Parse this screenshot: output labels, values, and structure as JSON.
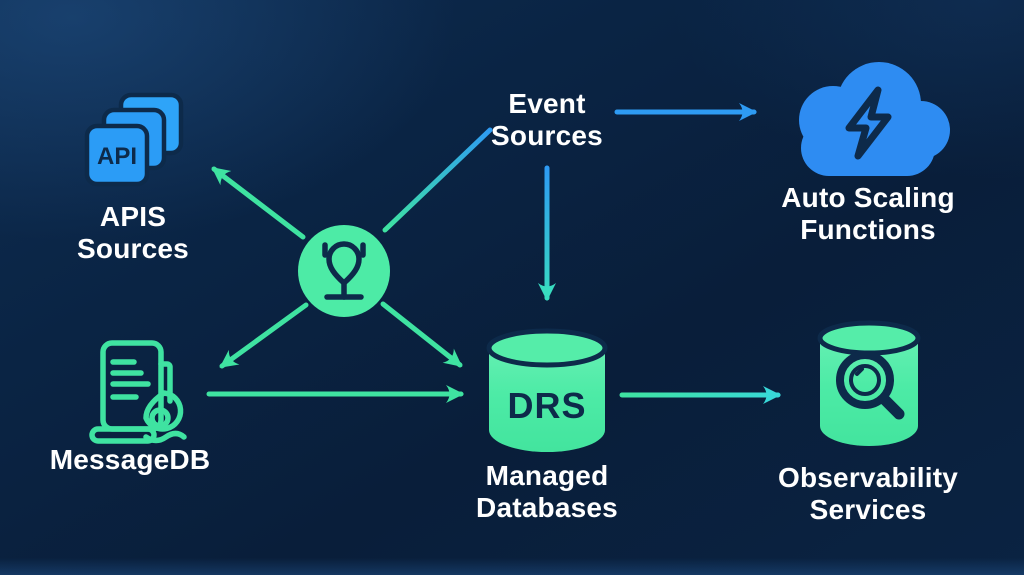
{
  "diagram": {
    "nodes": {
      "api_sources": {
        "icon": "api-stack-icon",
        "badge": "API",
        "line1": "APIS",
        "line2": "Sources"
      },
      "hub": {
        "icon": "pin-stand-icon"
      },
      "event_sources": {
        "line1": "Event",
        "line2": "Sources"
      },
      "auto_scaling_functions": {
        "icon": "cloud-lightning-icon",
        "line1": "Auto Scaling",
        "line2": "Functions"
      },
      "messagedb": {
        "icon": "document-seal-icon",
        "line1": "MessageDB"
      },
      "managed_databases": {
        "icon": "database-cylinder-icon",
        "badge": "DRS",
        "line1": "Managed",
        "line2": "Databases"
      },
      "observability_services": {
        "icon": "database-magnifier-icon",
        "line1": "Observability",
        "line2": "Services"
      }
    },
    "edges": [
      {
        "from": "hub",
        "to": "api_sources",
        "color": "#3fe3a1",
        "arrowhead": true
      },
      {
        "from": "hub",
        "to": "event_sources",
        "color": "gradient #3fe3a1 → #2e9bf3",
        "arrowhead": false
      },
      {
        "from": "event_sources",
        "to": "auto_scaling_functions",
        "color": "#2e9bf3",
        "arrowhead": true
      },
      {
        "from": "event_sources",
        "to": "managed_databases",
        "color": "gradient #2e9bf3 → #38dcc0",
        "arrowhead": true
      },
      {
        "from": "hub",
        "to": "messagedb",
        "color": "#3fe3a1",
        "arrowhead": true
      },
      {
        "from": "hub",
        "to": "managed_databases",
        "color": "#3fe3a1",
        "arrowhead": true
      },
      {
        "from": "messagedb",
        "to": "managed_databases",
        "color": "#3fe3a1",
        "arrowhead": true
      },
      {
        "from": "managed_databases",
        "to": "observability_services",
        "color": "gradient #3fe3a1 → #38d8d8",
        "arrowhead": true
      }
    ],
    "colors": {
      "background_navy": "#0a2342",
      "green": "#3fe3a1",
      "green_fill": "#4deba6",
      "blue": "#2e9bf3",
      "icon_blue": "#2e8cf2",
      "cyan": "#38d8d8",
      "glyph_dark": "#0d2a4a",
      "text": "#ffffff"
    }
  }
}
